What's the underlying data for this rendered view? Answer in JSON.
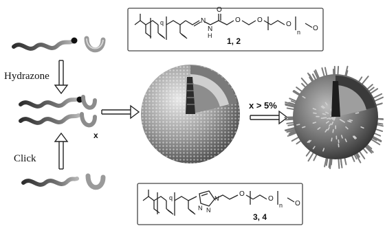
{
  "labels": {
    "hydrazone": "Hydrazone",
    "click": "Click",
    "x_small": "x",
    "x_threshold": "x > 5%"
  },
  "structure_top": {
    "compound_label": "1, 2",
    "sub_q": "q",
    "sub_n": "n",
    "atom_o": "O",
    "atom_n": "N",
    "atom_h": "H"
  },
  "structure_bottom": {
    "compound_label": "3, 4",
    "sub_q": "q",
    "sub_n": "n",
    "atom_o": "O",
    "atom_n": "N"
  },
  "colors": {
    "polymer_dark": "#444444",
    "polymer_light": "#9a9a9a",
    "end_dark": "#111111",
    "sphere_gray": "#9c9c9c",
    "hairy_sphere": "#555555",
    "arrow": "#222222"
  }
}
